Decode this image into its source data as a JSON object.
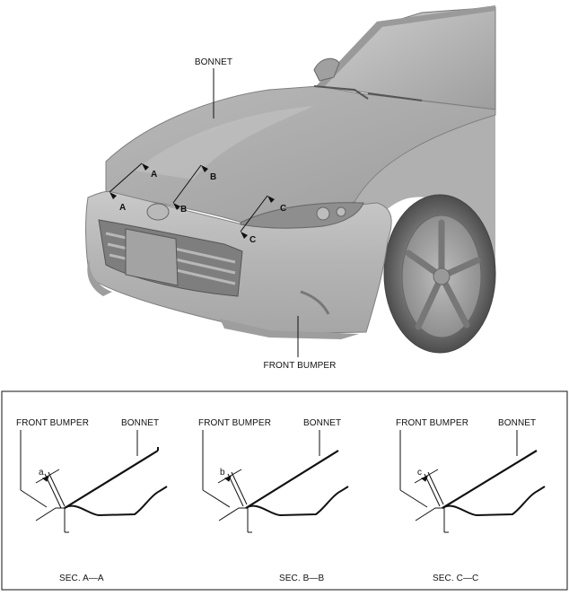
{
  "illustration": {
    "bonnet_label": "BONNET",
    "front_bumper_label": "FRONT BUMPER",
    "markers": [
      "A",
      "A",
      "B",
      "B",
      "C",
      "C"
    ]
  },
  "sections": [
    {
      "front_bumper_label": "FRONT BUMPER",
      "bonnet_label": "BONNET",
      "gap_label": "a",
      "caption": "SEC. A—A"
    },
    {
      "front_bumper_label": "FRONT BUMPER",
      "bonnet_label": "BONNET",
      "gap_label": "b",
      "caption": "SEC. B—B"
    },
    {
      "front_bumper_label": "FRONT BUMPER",
      "bonnet_label": "BONNET",
      "gap_label": "c",
      "caption": "SEC. C—C"
    }
  ]
}
